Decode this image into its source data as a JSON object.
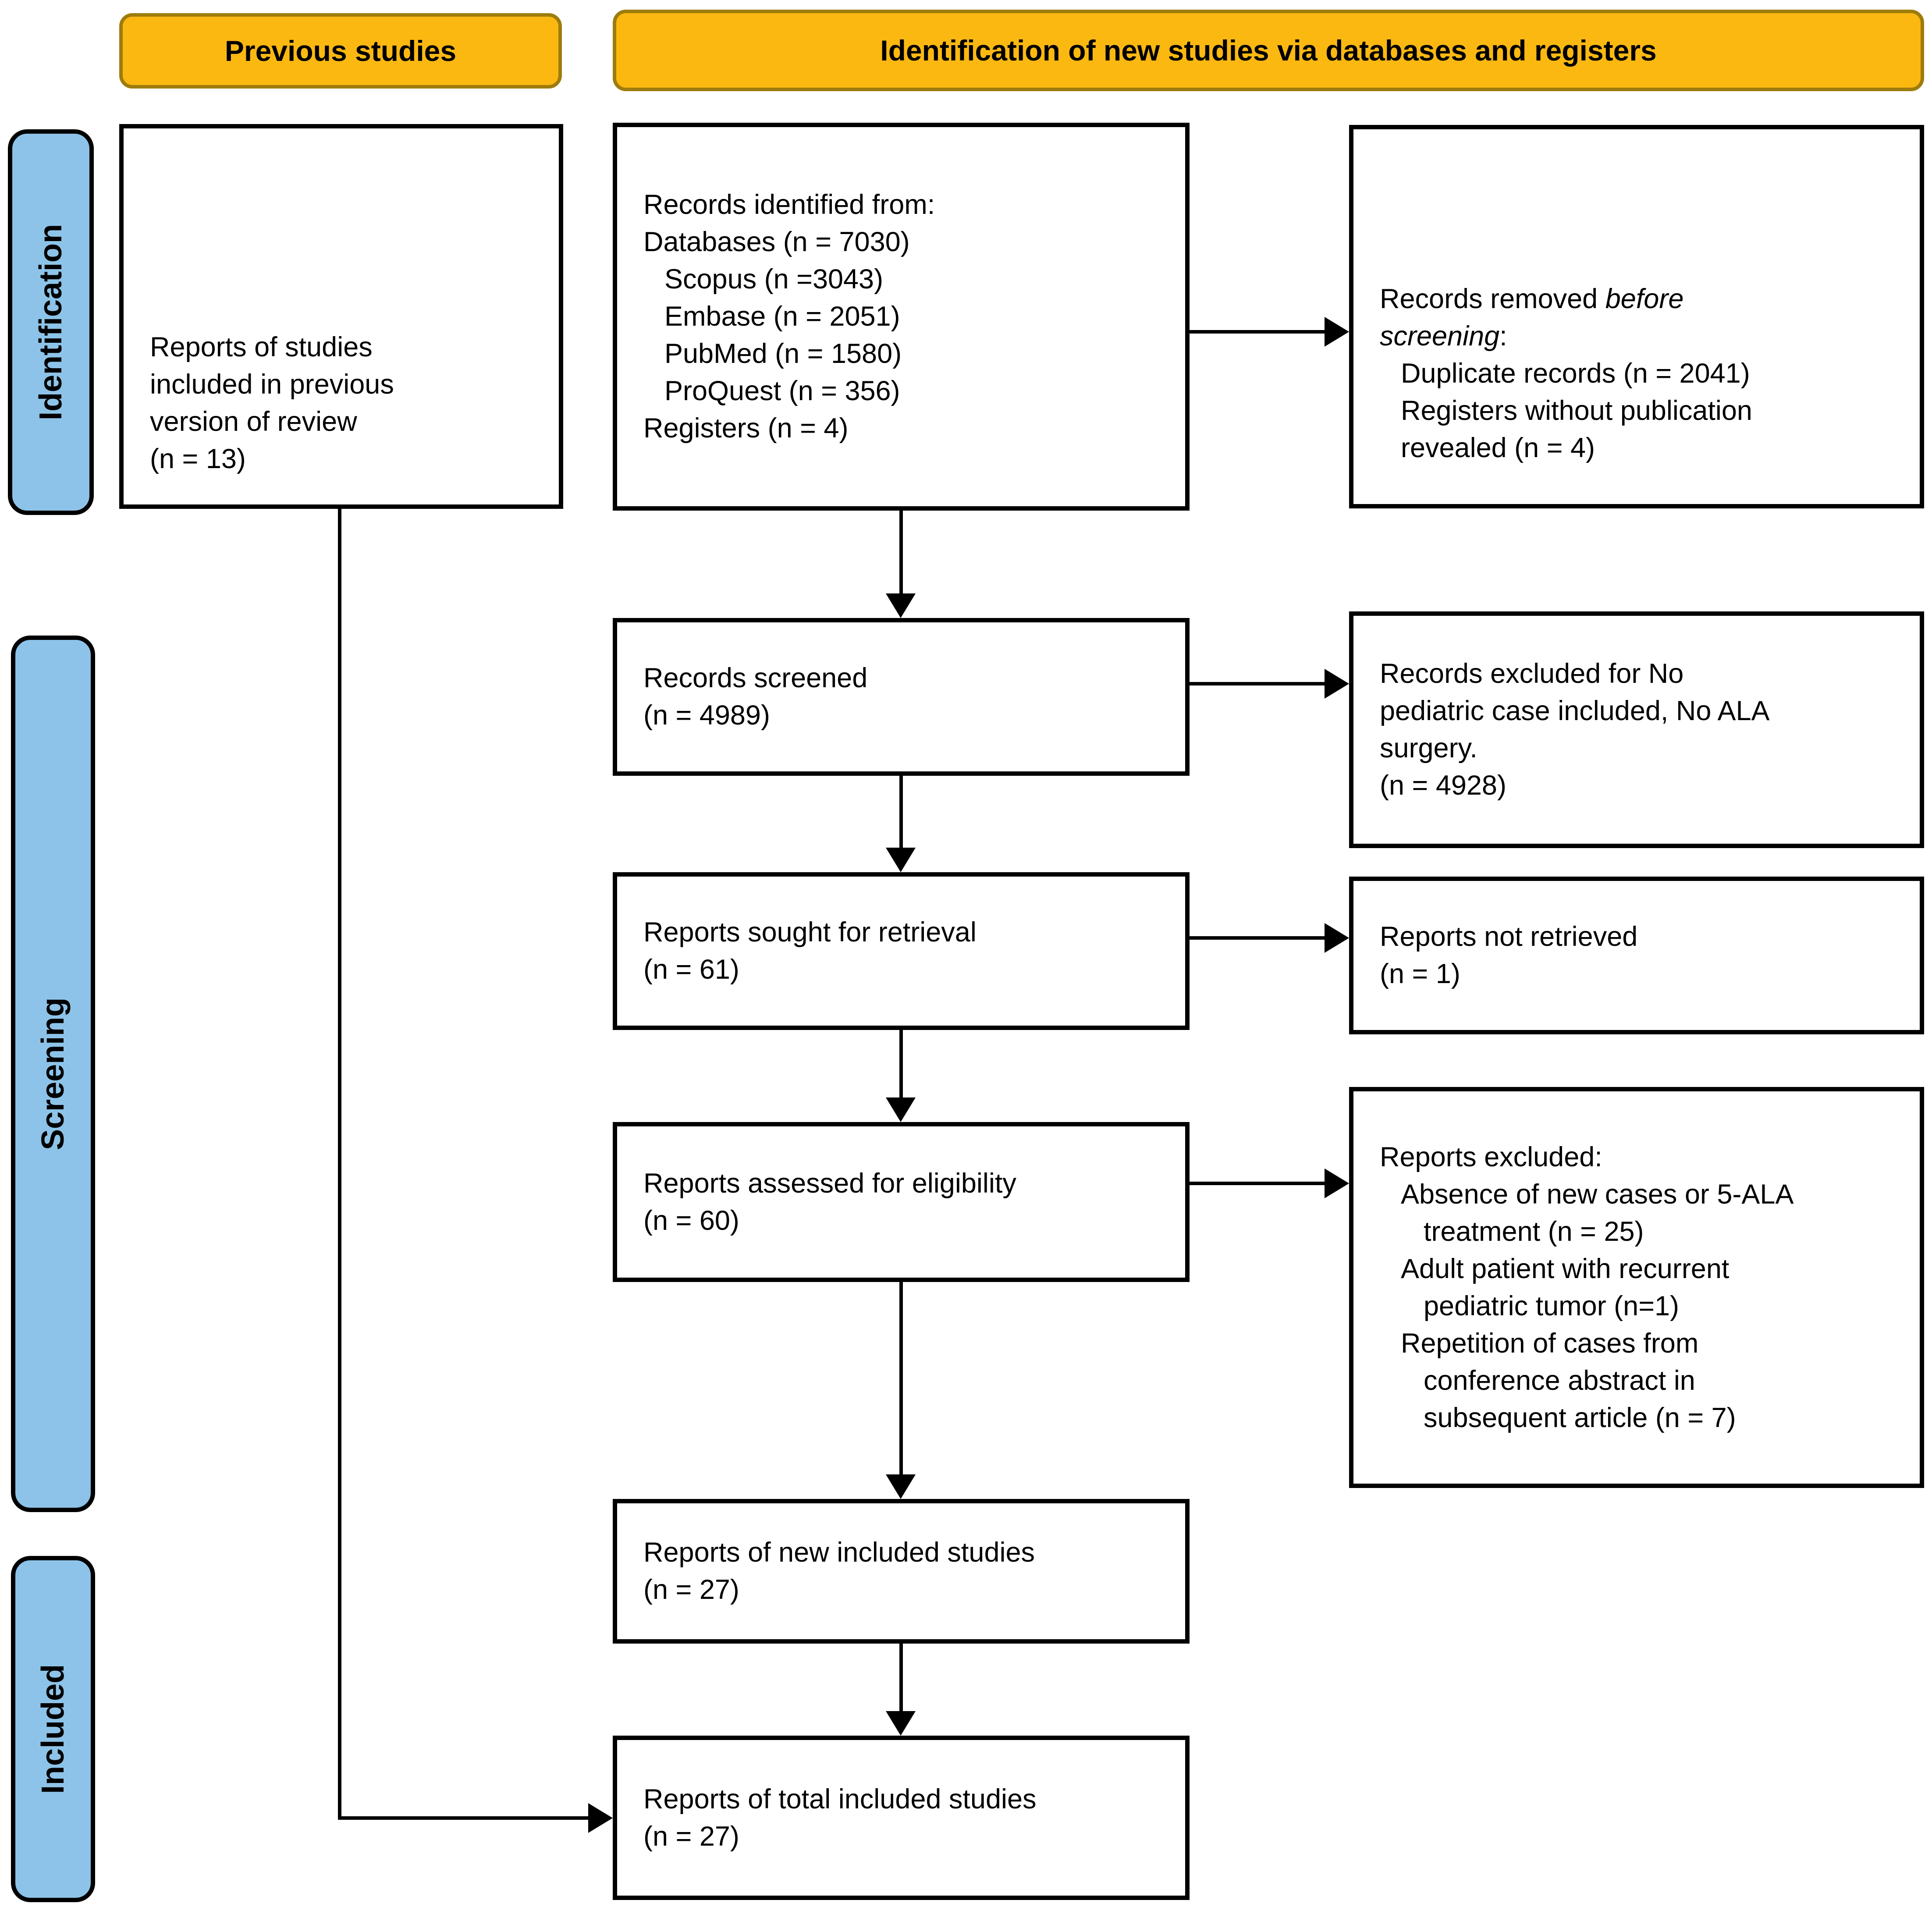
{
  "colors": {
    "header_fill": "#FBB811",
    "header_border": "#9E7C0C",
    "tab_fill": "#8DC3E8",
    "tab_border": "#000000",
    "box_border": "#000000",
    "box_fill": "#ffffff",
    "line_color": "#000000"
  },
  "headers": {
    "previous": "Previous studies",
    "identification_new": "Identification of new studies via databases and registers"
  },
  "sidebar": {
    "identification": "Identification",
    "screening": "Screening",
    "included": "Included"
  },
  "boxes": {
    "previous_reports": {
      "lines": [
        "Reports of studies",
        "included in previous",
        "version of review",
        "(n = 13)"
      ]
    },
    "records_identified": {
      "lines": [
        "Records identified from:",
        "Databases (n = 7030)",
        "Scopus (n =3043)",
        "Embase (n = 2051)",
        "PubMed (n = 1580)",
        "ProQuest (n = 356)",
        "Registers (n = 4)"
      ]
    },
    "records_removed": {
      "line1_normal": "Records removed ",
      "line1_italic": "before",
      "line2_italic": "screening",
      "line2_normal": ":",
      "lines": [
        "Duplicate records (n = 2041)",
        "Registers without publication",
        "revealed (n = 4)"
      ]
    },
    "records_screened": {
      "lines": [
        "Records screened",
        "(n = 4989)"
      ]
    },
    "records_excluded": {
      "lines": [
        "Records excluded for No",
        "pediatric case included, No ALA",
        "surgery.",
        "(n = 4928)"
      ]
    },
    "reports_sought": {
      "lines": [
        "Reports sought for retrieval",
        "(n = 61)"
      ]
    },
    "reports_not_retrieved": {
      "lines": [
        "Reports not retrieved",
        "(n = 1)"
      ]
    },
    "reports_assessed": {
      "lines": [
        "Reports assessed for eligibility",
        "(n = 60)"
      ]
    },
    "reports_excluded": {
      "lines": [
        "Reports excluded:",
        "Absence of new cases or 5-ALA",
        "treatment (n = 25)",
        "Adult patient with recurrent",
        "pediatric tumor (n=1)",
        "Repetition of cases from",
        "conference abstract in",
        "subsequent article (n = 7)"
      ]
    },
    "new_included": {
      "lines": [
        "Reports of new included studies",
        "(n = 27)"
      ]
    },
    "total_included": {
      "lines": [
        "Reports of total included studies",
        "(n = 27)"
      ]
    }
  }
}
